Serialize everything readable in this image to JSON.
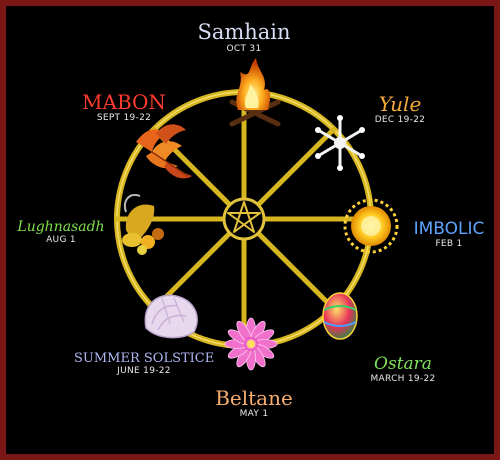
{
  "colors": {
    "frame": "#7a1616",
    "background": "#000000",
    "wheel": "#d8b620"
  },
  "festivals": [
    {
      "id": "samhain",
      "name": "Samhain",
      "date": "OCT 31",
      "color": "#d8dcf4",
      "icon": "bonfire-icon"
    },
    {
      "id": "yule",
      "name": "Yule",
      "date": "DEC 19-22",
      "color": "#f4a83a",
      "icon": "snowflake-icon"
    },
    {
      "id": "imbolc",
      "name": "IMBOLIC",
      "date": "FEB 1",
      "color": "#5fa3ff",
      "icon": "sun-icon"
    },
    {
      "id": "ostara",
      "name": "Ostara",
      "date": "MARCH 19-22",
      "color": "#7fe25a",
      "icon": "painted-egg-icon"
    },
    {
      "id": "beltane",
      "name": "Beltane",
      "date": "MAY 1",
      "color": "#f5ad72",
      "icon": "flower-icon"
    },
    {
      "id": "summer-solstice",
      "name": "SUMMER SOLSTICE",
      "date": "JUNE 19-22",
      "color": "#aeb6f2",
      "icon": "seashell-icon"
    },
    {
      "id": "lughnasadh",
      "name": "Lughnasadh",
      "date": "AUG 1",
      "color": "#7fe24a",
      "icon": "cornucopia-icon"
    },
    {
      "id": "mabon",
      "name": "MABON",
      "date": "SEPT 19-22",
      "color": "#ff3b30",
      "icon": "autumn-leaves-icon"
    }
  ]
}
